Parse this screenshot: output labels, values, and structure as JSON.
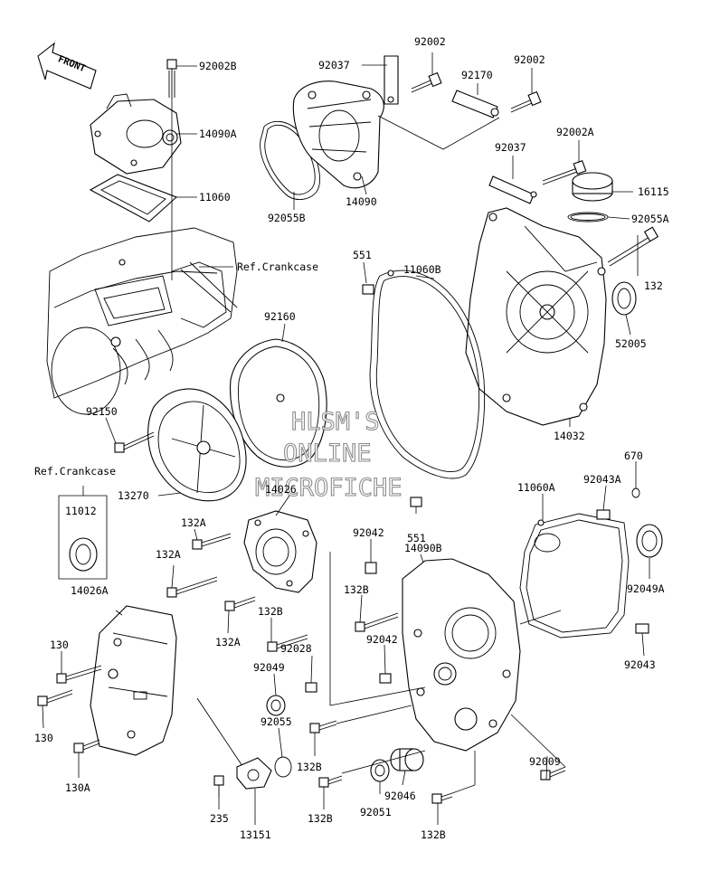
{
  "front_label": "FRONT",
  "watermark": [
    "HLSM'S",
    "ONLINE",
    "MICROFICHE"
  ],
  "notes": {
    "crankcase_top": "Ref.Crankcase",
    "crankcase_left": "Ref.Crankcase"
  },
  "parts": {
    "p92002B": "92002B",
    "p14090A": "14090A",
    "p11060": "11060",
    "p92037_top": "92037",
    "p92002_a": "92002",
    "p92170": "92170",
    "p92002_b": "92002",
    "p92037_mid": "92037",
    "p92002A": "92002A",
    "p16115": "16115",
    "p92055A": "92055A",
    "p92055B": "92055B",
    "p14090": "14090",
    "p551_top": "551",
    "p11060B": "11060B",
    "p132_r": "132",
    "p52005": "52005",
    "p92160": "92160",
    "p92150": "92150",
    "p14032": "14032",
    "p670": "670",
    "p92043A": "92043A",
    "p13270": "13270",
    "p14026": "14026",
    "p11060A": "11060A",
    "p11012": "11012",
    "p551_bot": "551",
    "p132A_1": "132A",
    "p92042_1": "92042",
    "p14090B": "14090B",
    "p132A_2": "132A",
    "p92049A": "92049A",
    "p14026A": "14026A",
    "p132B_1": "132B",
    "p132B_2": "132B",
    "p132A_3": "132A",
    "p92028": "92028",
    "p92042_2": "92042",
    "p130_1": "130",
    "p92049": "92049",
    "p92043": "92043",
    "p92055": "92055",
    "p130_2": "130",
    "p92009": "92009",
    "p132B_3": "132B",
    "p130A": "130A",
    "p92046": "92046",
    "p235": "235",
    "p92051": "92051",
    "p132B_4": "132B",
    "p132B_5": "132B",
    "p13151": "13151"
  }
}
